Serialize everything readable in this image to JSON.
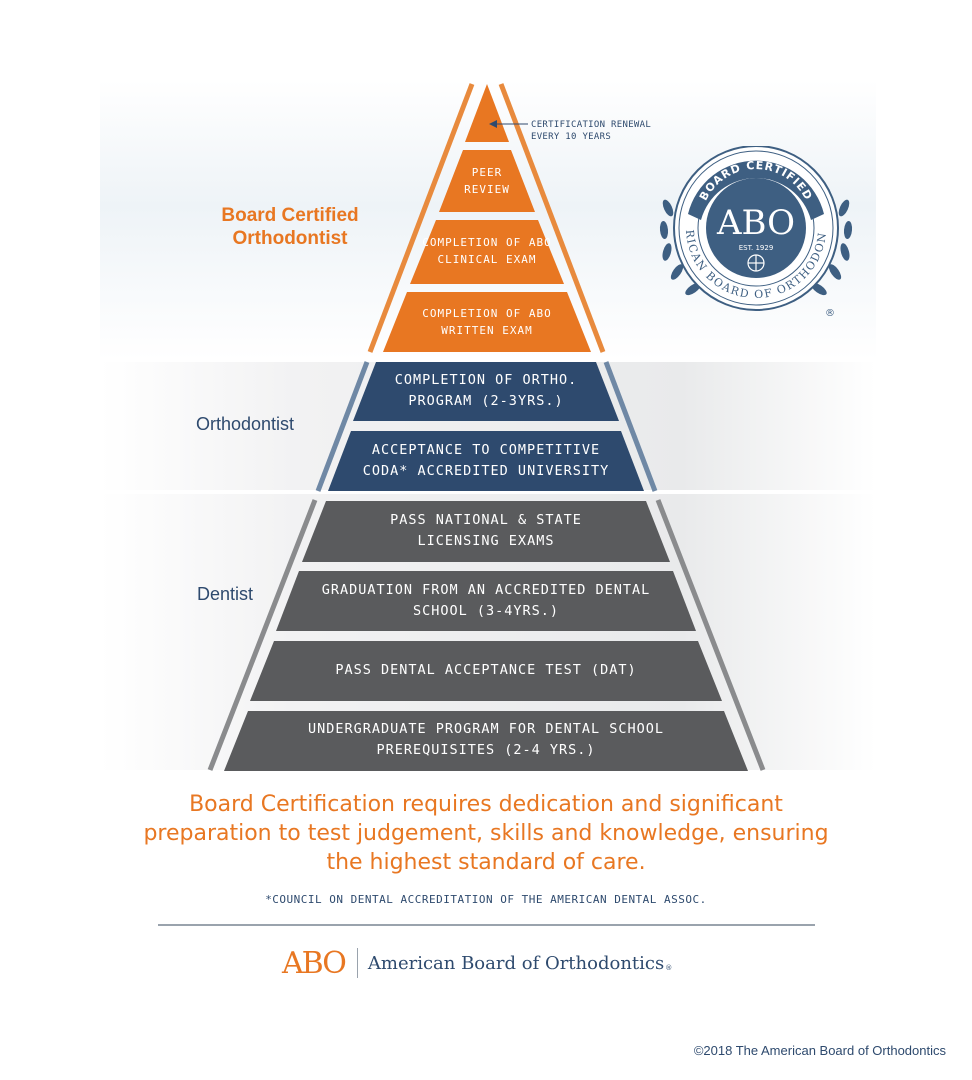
{
  "tiers": {
    "board_certified": "Board Certified Orthodontist",
    "orthodontist": "Orthodontist",
    "dentist": "Dentist"
  },
  "steps": {
    "renewal_annotation": "CERTIFICATION RENEWAL EVERY 10 YEARS",
    "peer_review": "PEER REVIEW",
    "clinical_exam": "COMPLETION OF ABO CLINICAL EXAM",
    "written_exam": "COMPLETION OF ABO WRITTEN EXAM",
    "ortho_program": "COMPLETION OF ORTHO. PROGRAM (2-3YRS.)",
    "coda_acceptance": "ACCEPTANCE TO COMPETITIVE CODA* ACCREDITED UNIVERSITY",
    "licensing_exams": "PASS NATIONAL & STATE LICENSING EXAMS",
    "dental_school": "GRADUATION FROM AN ACCREDITED DENTAL SCHOOL (3-4YRS.)",
    "dat": "PASS DENTAL ACCEPTANCE TEST (DAT)",
    "undergrad": "UNDERGRADUATE PROGRAM FOR DENTAL SCHOOL PREREQUISITES (2-4 YRS.)"
  },
  "seal": {
    "top_text": "BOARD CERTIFIED",
    "ring_text": "AMERICAN BOARD OF ORTHODONTICS",
    "center_text": "ABO",
    "established": "EST. 1929",
    "registered": "®"
  },
  "tagline": "Board Certification requires dedication and significant preparation to test judgement, skills and knowledge, ensuring the highest standard of care.",
  "footnote": "*COUNCIL ON DENTAL ACCREDITATION OF THE AMERICAN DENTAL ASSOC.",
  "footer": {
    "logo_mark": "ABO",
    "org_name": "American Board of Orthodontics",
    "trademark": "®",
    "copyright": "©2018 The American Board of Orthodontics"
  },
  "colors": {
    "orange": "#e87722",
    "navy": "#2e4a6e",
    "gray": "#5a5b5d",
    "seal_blue": "#3e5f82"
  }
}
